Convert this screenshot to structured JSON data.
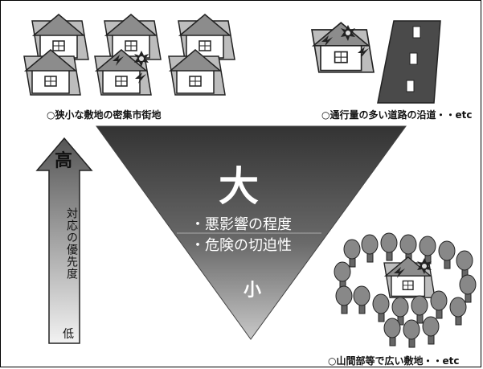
{
  "captions": {
    "dense_urban": "○狭小な敷地の密集市街地",
    "roadside": "○通行量の多い道路の沿道・・etc",
    "mountain": "○山間部等で広い敷地・・etc"
  },
  "priority_arrow": {
    "high": "高",
    "label": "対応の優先度",
    "low": "低"
  },
  "triangle": {
    "top_label": "大",
    "bullet_1": "・悪影響の程度",
    "bullet_2": "・危険の切迫性",
    "bottom_label": "小"
  },
  "colors": {
    "triangle_top": "#3c3c3c",
    "triangle_bottom": "#b4b4b4",
    "road": "#4a4a4a",
    "tree": "#7a7a7a",
    "house_roof": "#8c8c8c"
  },
  "icons": [
    "house-icon",
    "tree-icon",
    "road-icon",
    "damage-burst-icon",
    "lightning-icon",
    "arrow-up-icon"
  ]
}
